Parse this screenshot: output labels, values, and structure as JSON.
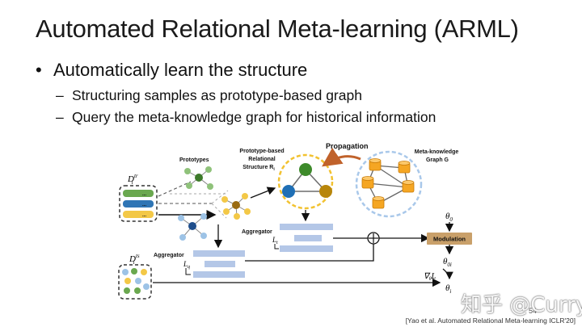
{
  "slide": {
    "title": "Automated Relational Meta-learning (ARML)",
    "bullet": "Automatically learn the structure",
    "subbullets": [
      "Structuring samples as prototype-based graph",
      "Query the meta-knowledge graph for historical information"
    ],
    "bullet_marker": "•",
    "subbullet_marker": "–",
    "page_number": "54",
    "citation": "[Yao et al. Automated Relational Meta-learning ICLR'20]",
    "watermark": "知乎 @Curry"
  },
  "diagram": {
    "prototypes_label": "Prototypes",
    "proto_struct_label": [
      "Prototype-based",
      "Relational",
      "Structure R",
      "i"
    ],
    "propagation_label": "Propagation",
    "meta_graph_label": [
      "Meta-knowledge",
      "Graph G"
    ],
    "d_tr": {
      "base": "D",
      "sup": "tr",
      "sub": "i"
    },
    "d_ts": {
      "base": "D",
      "sup": "ts",
      "sub": "i"
    },
    "agg_top": {
      "label": "Aggregator",
      "loss": "L",
      "loss_sub": "t"
    },
    "agg_bottom": {
      "label": "Aggregator",
      "loss": "L",
      "loss_sub": "q"
    },
    "theta0": {
      "base": "θ",
      "sub": "0"
    },
    "modulation": "Modulation",
    "theta0i": {
      "base": "θ",
      "sub": "0i"
    },
    "grad": "∇",
    "grad_sub": "θ",
    "grad_loss": "L",
    "theta_i": {
      "base": "θ",
      "sub": "i"
    },
    "ellipsis": "...",
    "plus": "+",
    "colors": {
      "green": "#6aa84f",
      "blue": "#2f75b5",
      "olive": "#b8860b",
      "yellow": "#f3c847",
      "light_blue": "#9dc3e6",
      "orange": "#f5a623",
      "ring_yellow": "#f2c230",
      "ring_blue": "#a9c8ea",
      "modulation": "#c9a06a",
      "bar": "#b4c7e7"
    }
  }
}
